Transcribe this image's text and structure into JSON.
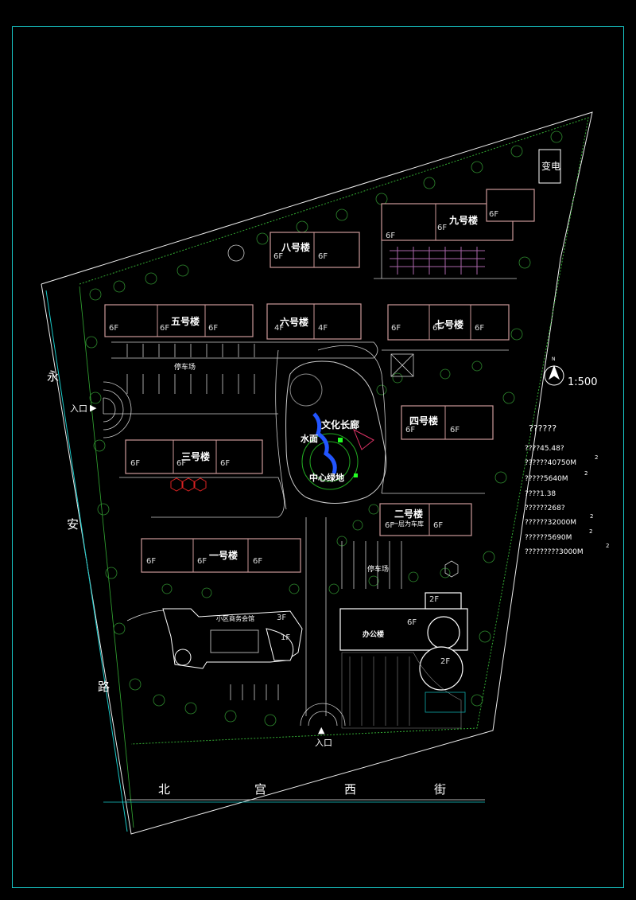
{
  "substation": "变电",
  "buildings": {
    "b1": "一号楼",
    "b2": "二号楼",
    "b2_note": "一层为车库",
    "b3": "三号楼",
    "b4": "四号楼",
    "b5": "五号楼",
    "b6": "六号楼",
    "b7": "七号楼",
    "b8": "八号楼",
    "b9": "九号楼",
    "club": "小区商务会馆",
    "office": "办公楼"
  },
  "floors": {
    "f6": "6F",
    "f4": "4F",
    "f3": "3F",
    "f2": "2F",
    "f1": "1F"
  },
  "areas": {
    "parking": "停车场",
    "parking2": "停车场",
    "gallery": "文化长廊",
    "water": "水面",
    "green": "中心绿地"
  },
  "entrances": {
    "west": "入口",
    "south": "入口"
  },
  "roads": {
    "west": [
      "永",
      "安",
      "路"
    ],
    "south": [
      "北",
      "宫",
      "西",
      "街"
    ]
  },
  "north": "N",
  "scale": "1:500",
  "stats": {
    "title": "??????",
    "rows": [
      {
        "text": "????45.48?",
        "sup": ""
      },
      {
        "text": "??????40750M",
        "sup": "2"
      },
      {
        "text": "?????5640M",
        "sup": "2"
      },
      {
        "text": "????1.38",
        "sup": ""
      },
      {
        "text": "??????268?",
        "sup": ""
      },
      {
        "text": "??????32000M",
        "sup": "2"
      },
      {
        "text": "??????5690M",
        "sup": "2"
      },
      {
        "text": "?????????3000M",
        "sup": "2"
      }
    ]
  }
}
